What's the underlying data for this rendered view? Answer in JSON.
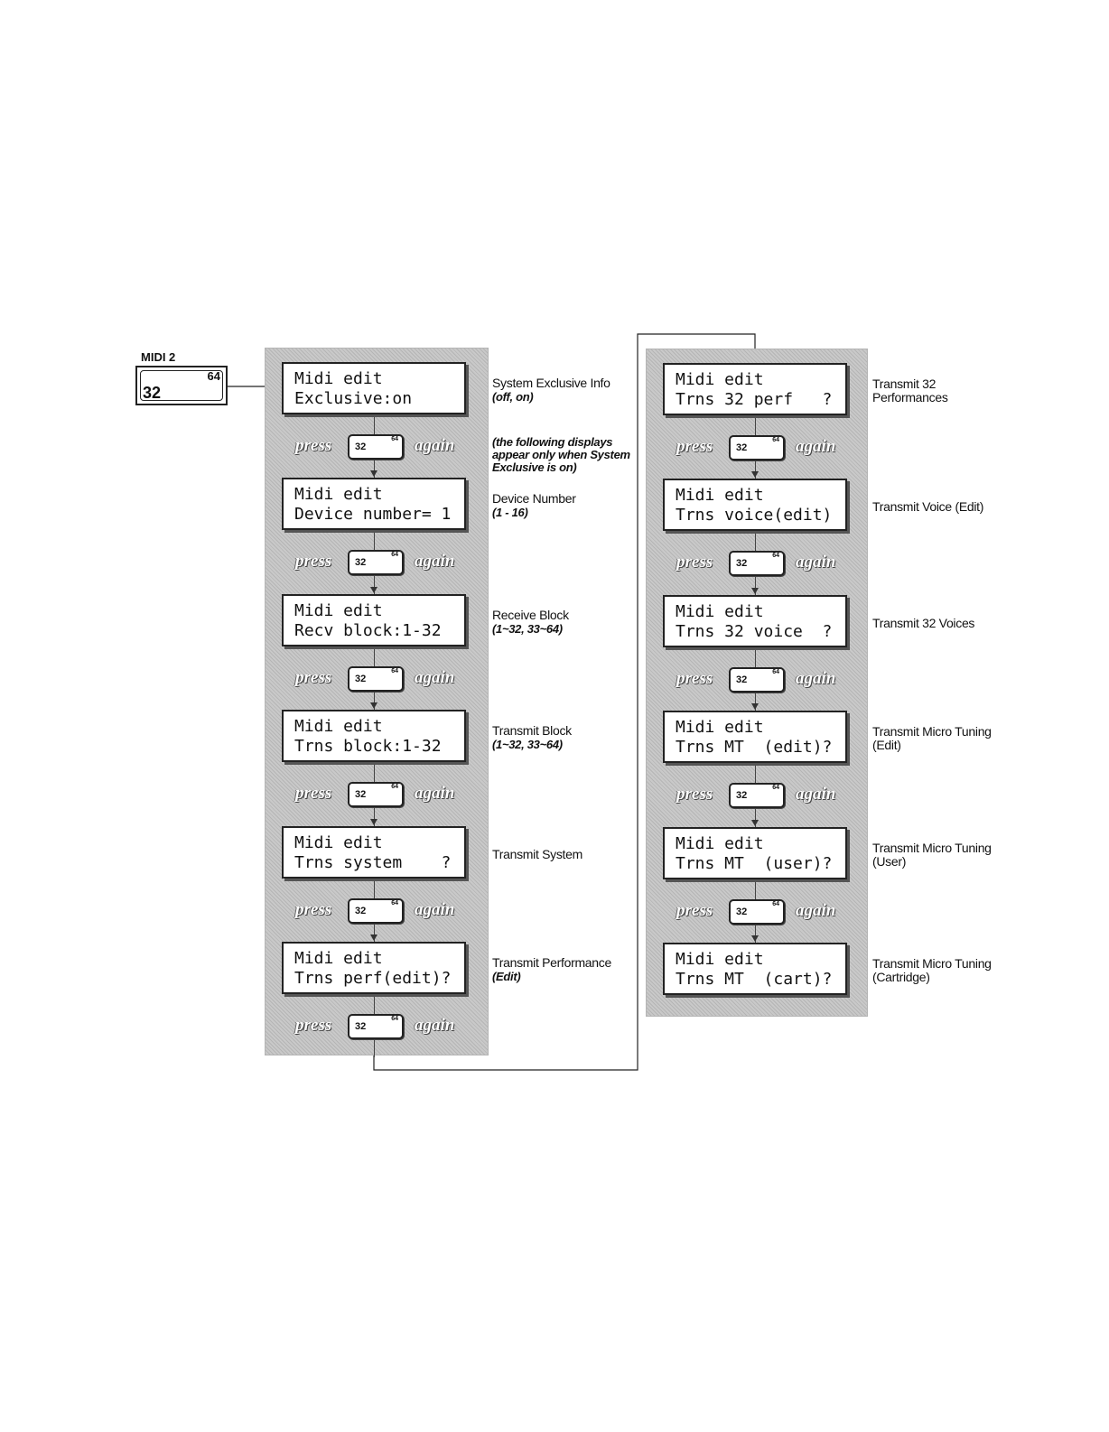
{
  "midi_key": {
    "title": "MIDI 2",
    "main": "32",
    "alt": "64"
  },
  "press_word": "press",
  "again_word": "again",
  "button_main": "32",
  "button_alt": "64",
  "left_column": [
    {
      "line1": "Midi edit",
      "line2": "Exclusive:on",
      "desc": "System Exclusive Info",
      "sub": "(off, on)"
    },
    {
      "line1": "Midi edit",
      "line2": "Device number= 1",
      "desc": "Device Number",
      "sub": "(1 - 16)"
    },
    {
      "line1": "Midi edit",
      "line2": "Recv block:1-32",
      "desc": "Receive Block",
      "sub": "(1~32, 33~64)"
    },
    {
      "line1": "Midi edit",
      "line2": "Trns block:1-32",
      "desc": "Transmit Block",
      "sub": "(1~32, 33~64)"
    },
    {
      "line1": "Midi edit",
      "line2": "Trns system    ?",
      "desc": "Transmit System",
      "sub": ""
    },
    {
      "line1": "Midi edit",
      "line2": "Trns perf(edit)?",
      "desc": "Transmit Performance",
      "sub": "(Edit)"
    }
  ],
  "note": "(the following displays appear only when System Exclusive is on)",
  "right_column": [
    {
      "line1": "Midi edit",
      "line2": "Trns 32 perf   ?",
      "desc": "Transmit 32",
      "desc2": "Performances"
    },
    {
      "line1": "Midi edit",
      "line2": "Trns voice(edit)",
      "desc": "Transmit Voice (Edit)",
      "desc2": ""
    },
    {
      "line1": "Midi edit",
      "line2": "Trns 32 voice  ?",
      "desc": "Transmit 32 Voices",
      "desc2": ""
    },
    {
      "line1": "Midi edit",
      "line2": "Trns MT  (edit)?",
      "desc": "Transmit Micro Tuning",
      "desc2": "(Edit)"
    },
    {
      "line1": "Midi edit",
      "line2": "Trns MT  (user)?",
      "desc": "Transmit Micro Tuning",
      "desc2": "(User)"
    },
    {
      "line1": "Midi edit",
      "line2": "Trns MT  (cart)?",
      "desc": "Transmit Micro Tuning",
      "desc2": "(Cartridge)"
    }
  ]
}
